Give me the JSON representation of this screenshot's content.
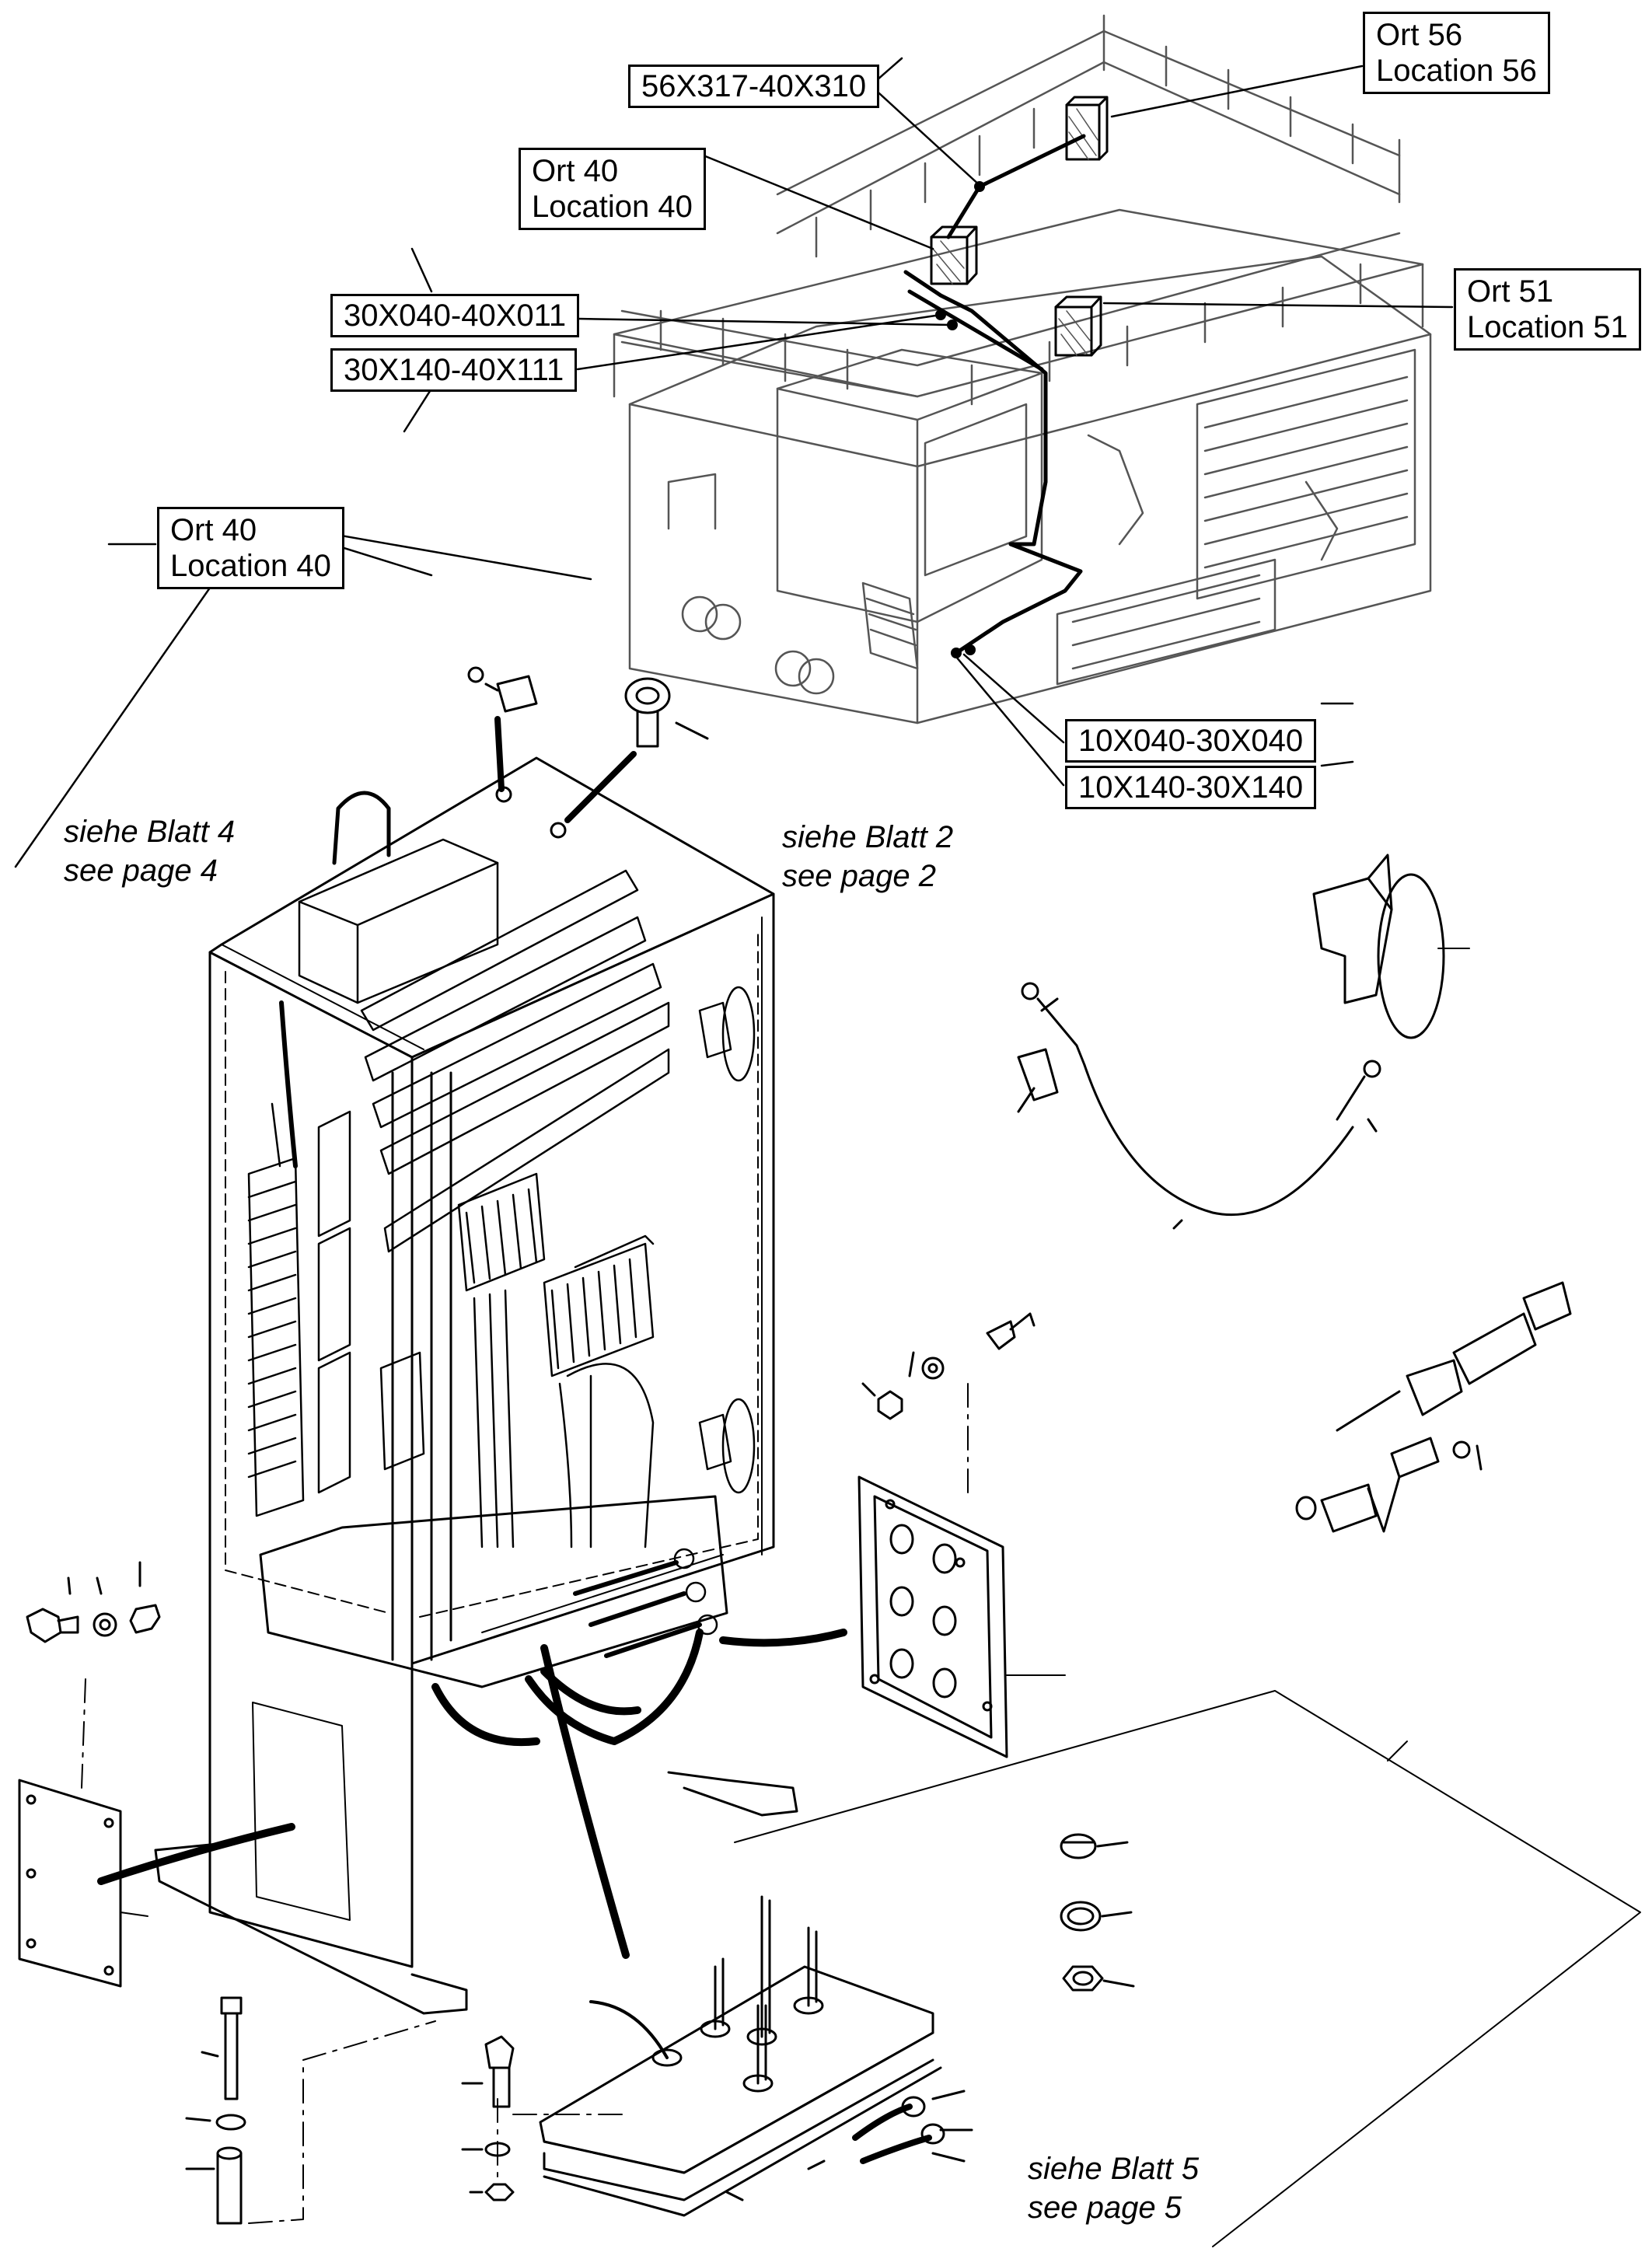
{
  "callouts": {
    "ort56": {
      "line1": "Ort 56",
      "line2": "Location 56"
    },
    "ort40_top": {
      "line1": "Ort 40",
      "line2": "Location 40"
    },
    "ort51": {
      "line1": "Ort 51",
      "line2": "Location 51"
    },
    "ort40_main": {
      "line1": "Ort 40",
      "line2": "Location 40"
    }
  },
  "cables": {
    "c1": "56X317-40X310",
    "c2": "30X040-40X011",
    "c3": "30X140-40X111",
    "c4": "10X040-30X040",
    "c5": "10X140-30X140"
  },
  "references": {
    "blatt4": {
      "line1": "siehe Blatt 4",
      "line2": "see page 4"
    },
    "blatt2": {
      "line1": "siehe Blatt 2",
      "line2": "see page 2"
    },
    "blatt5": {
      "line1": "siehe Blatt 5",
      "line2": "see page 5"
    }
  }
}
